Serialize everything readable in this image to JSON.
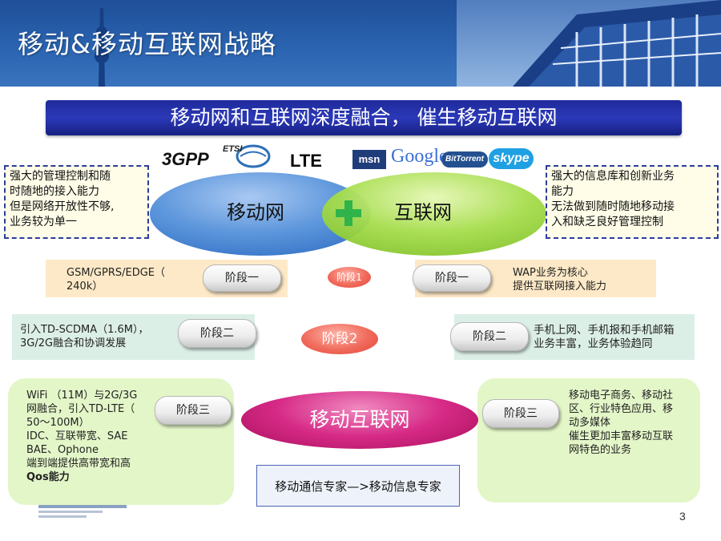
{
  "title": "移动&移动互联网战略",
  "banner": "移动网和互联网深度融合，  催生移动互联网",
  "logos": {
    "left": [
      "3GPP",
      "ETSI",
      "LTE"
    ],
    "right": [
      "msn",
      "Google",
      "BitTorrent",
      "skype"
    ]
  },
  "circles": {
    "mobile": "移动网",
    "internet": "互联网",
    "plus": "+"
  },
  "left_box": [
    "强大的管理控制和随",
    "时随地的接入能力",
    "但是网络开放性不够,",
    "业务较为单一"
  ],
  "right_box": [
    "强大的信息库和创新业务",
    "能力",
    "无法做到随时随地移动接",
    "入和缺乏良好管理控制"
  ],
  "stage1": {
    "left_text": [
      "GSM/GPRS/EDGE（",
      "240k）"
    ],
    "left_pill": "阶段一",
    "center": "阶段1",
    "right_pill": "阶段一",
    "right_text": [
      "WAP业务为核心",
      "提供互联网接入能力"
    ]
  },
  "stage2": {
    "left_text": [
      "引入TD-SCDMA（1.6M），",
      "3G/2G融合和协调发展"
    ],
    "left_pill": "阶段二",
    "center": "阶段2",
    "right_pill": "阶段二",
    "right_text": [
      "手机上网、手机报和手机邮箱",
      "业务丰富，业务体验趋同"
    ]
  },
  "stage3": {
    "left_text": [
      "WiFi （11M）与2G/3G",
      "网融合，引入TD-LTE（",
      "50～100M）",
      "IDC、互联带宽、SAE",
      "BAE、Ophone",
      "端到端提供高带宽和高"
    ],
    "left_text_bold": "Qos能力",
    "left_pill": "阶段三",
    "center": "移动互联网",
    "right_pill": "阶段三",
    "right_text": [
      "移动电子商务、移动社",
      "区、行业特色应用、移",
      "动多媒体",
      "催生更加丰富移动互联",
      "网特色的业务"
    ]
  },
  "bottom_box": "移动通信专家—>移动信息专家",
  "page_number": "3",
  "colors": {
    "header": "#2a63b0",
    "banner": "#2b39b8",
    "mobile_circle": "#5e97dc",
    "internet_circle": "#a6dd4c",
    "plus": "#2fb34a",
    "red_oval": "#f06a5b",
    "magenta_oval": "#c0166e"
  }
}
